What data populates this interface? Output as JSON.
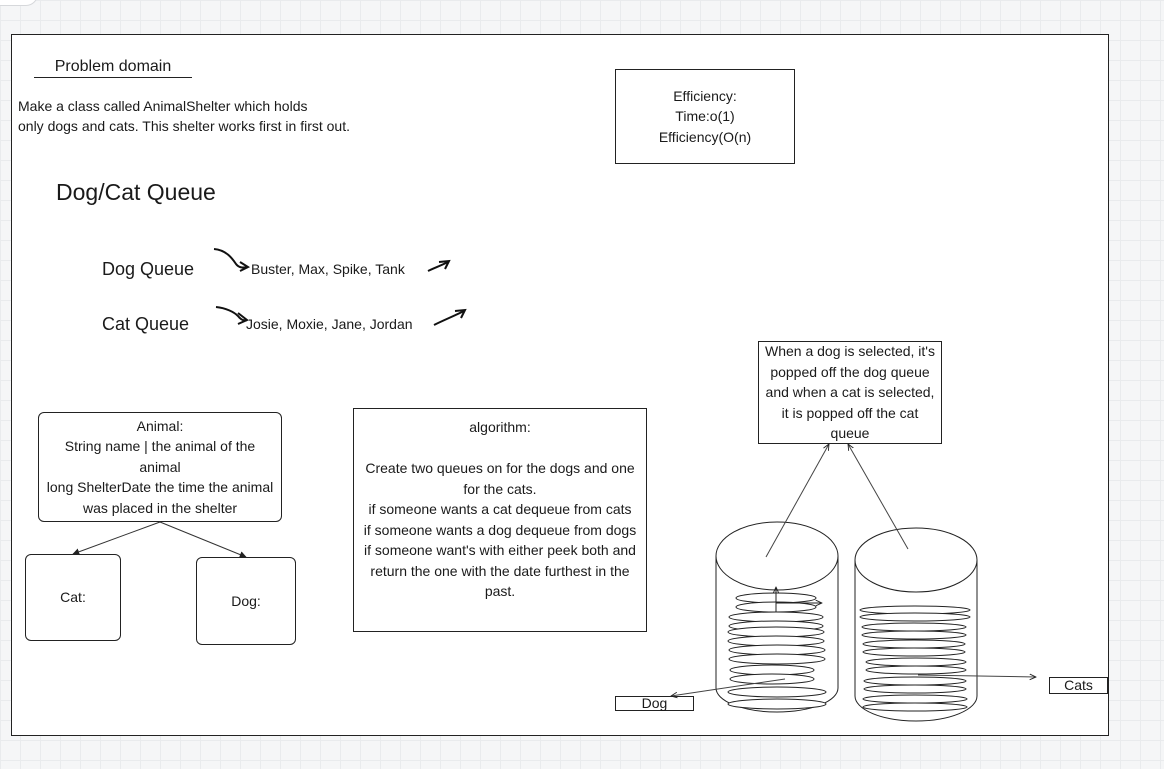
{
  "problem_domain": {
    "title": "Problem domain",
    "description_lines": [
      "Make a class called AnimalShelter which holds",
      "only dogs and cats. This shelter works first in first out."
    ]
  },
  "efficiency": {
    "lines": [
      "Efficiency:",
      "Time:o(1)",
      "Efficiency(O(n)"
    ]
  },
  "queue_section": {
    "title": "Dog/Cat Queue",
    "dog_label": "Dog Queue",
    "dog_items": "Buster, Max, Spike, Tank",
    "cat_label": "Cat Queue",
    "cat_items": "Josie, Moxie, Jane, Jordan"
  },
  "animal_class": {
    "lines": [
      "Animal:",
      "String name | the animal of the animal",
      "long ShelterDate the time the animal was placed in the shelter"
    ]
  },
  "subclasses": {
    "cat": "Cat:",
    "dog": "Dog:"
  },
  "algorithm": {
    "title": "algorithm:",
    "lines": [
      "Create two queues on for the dogs and one for the cats.",
      "if someone wants a cat dequeue from cats",
      "if someone wants a dog dequeue from dogs",
      "if someone want's with either peek both and return the one with the date furthest in the past."
    ]
  },
  "selection_note": "When a dog is selected, it's popped off the dog queue and when a cat is selected, it is popped off the cat queue",
  "cylinder_labels": {
    "dog": "Dog",
    "cats": "Cats"
  }
}
